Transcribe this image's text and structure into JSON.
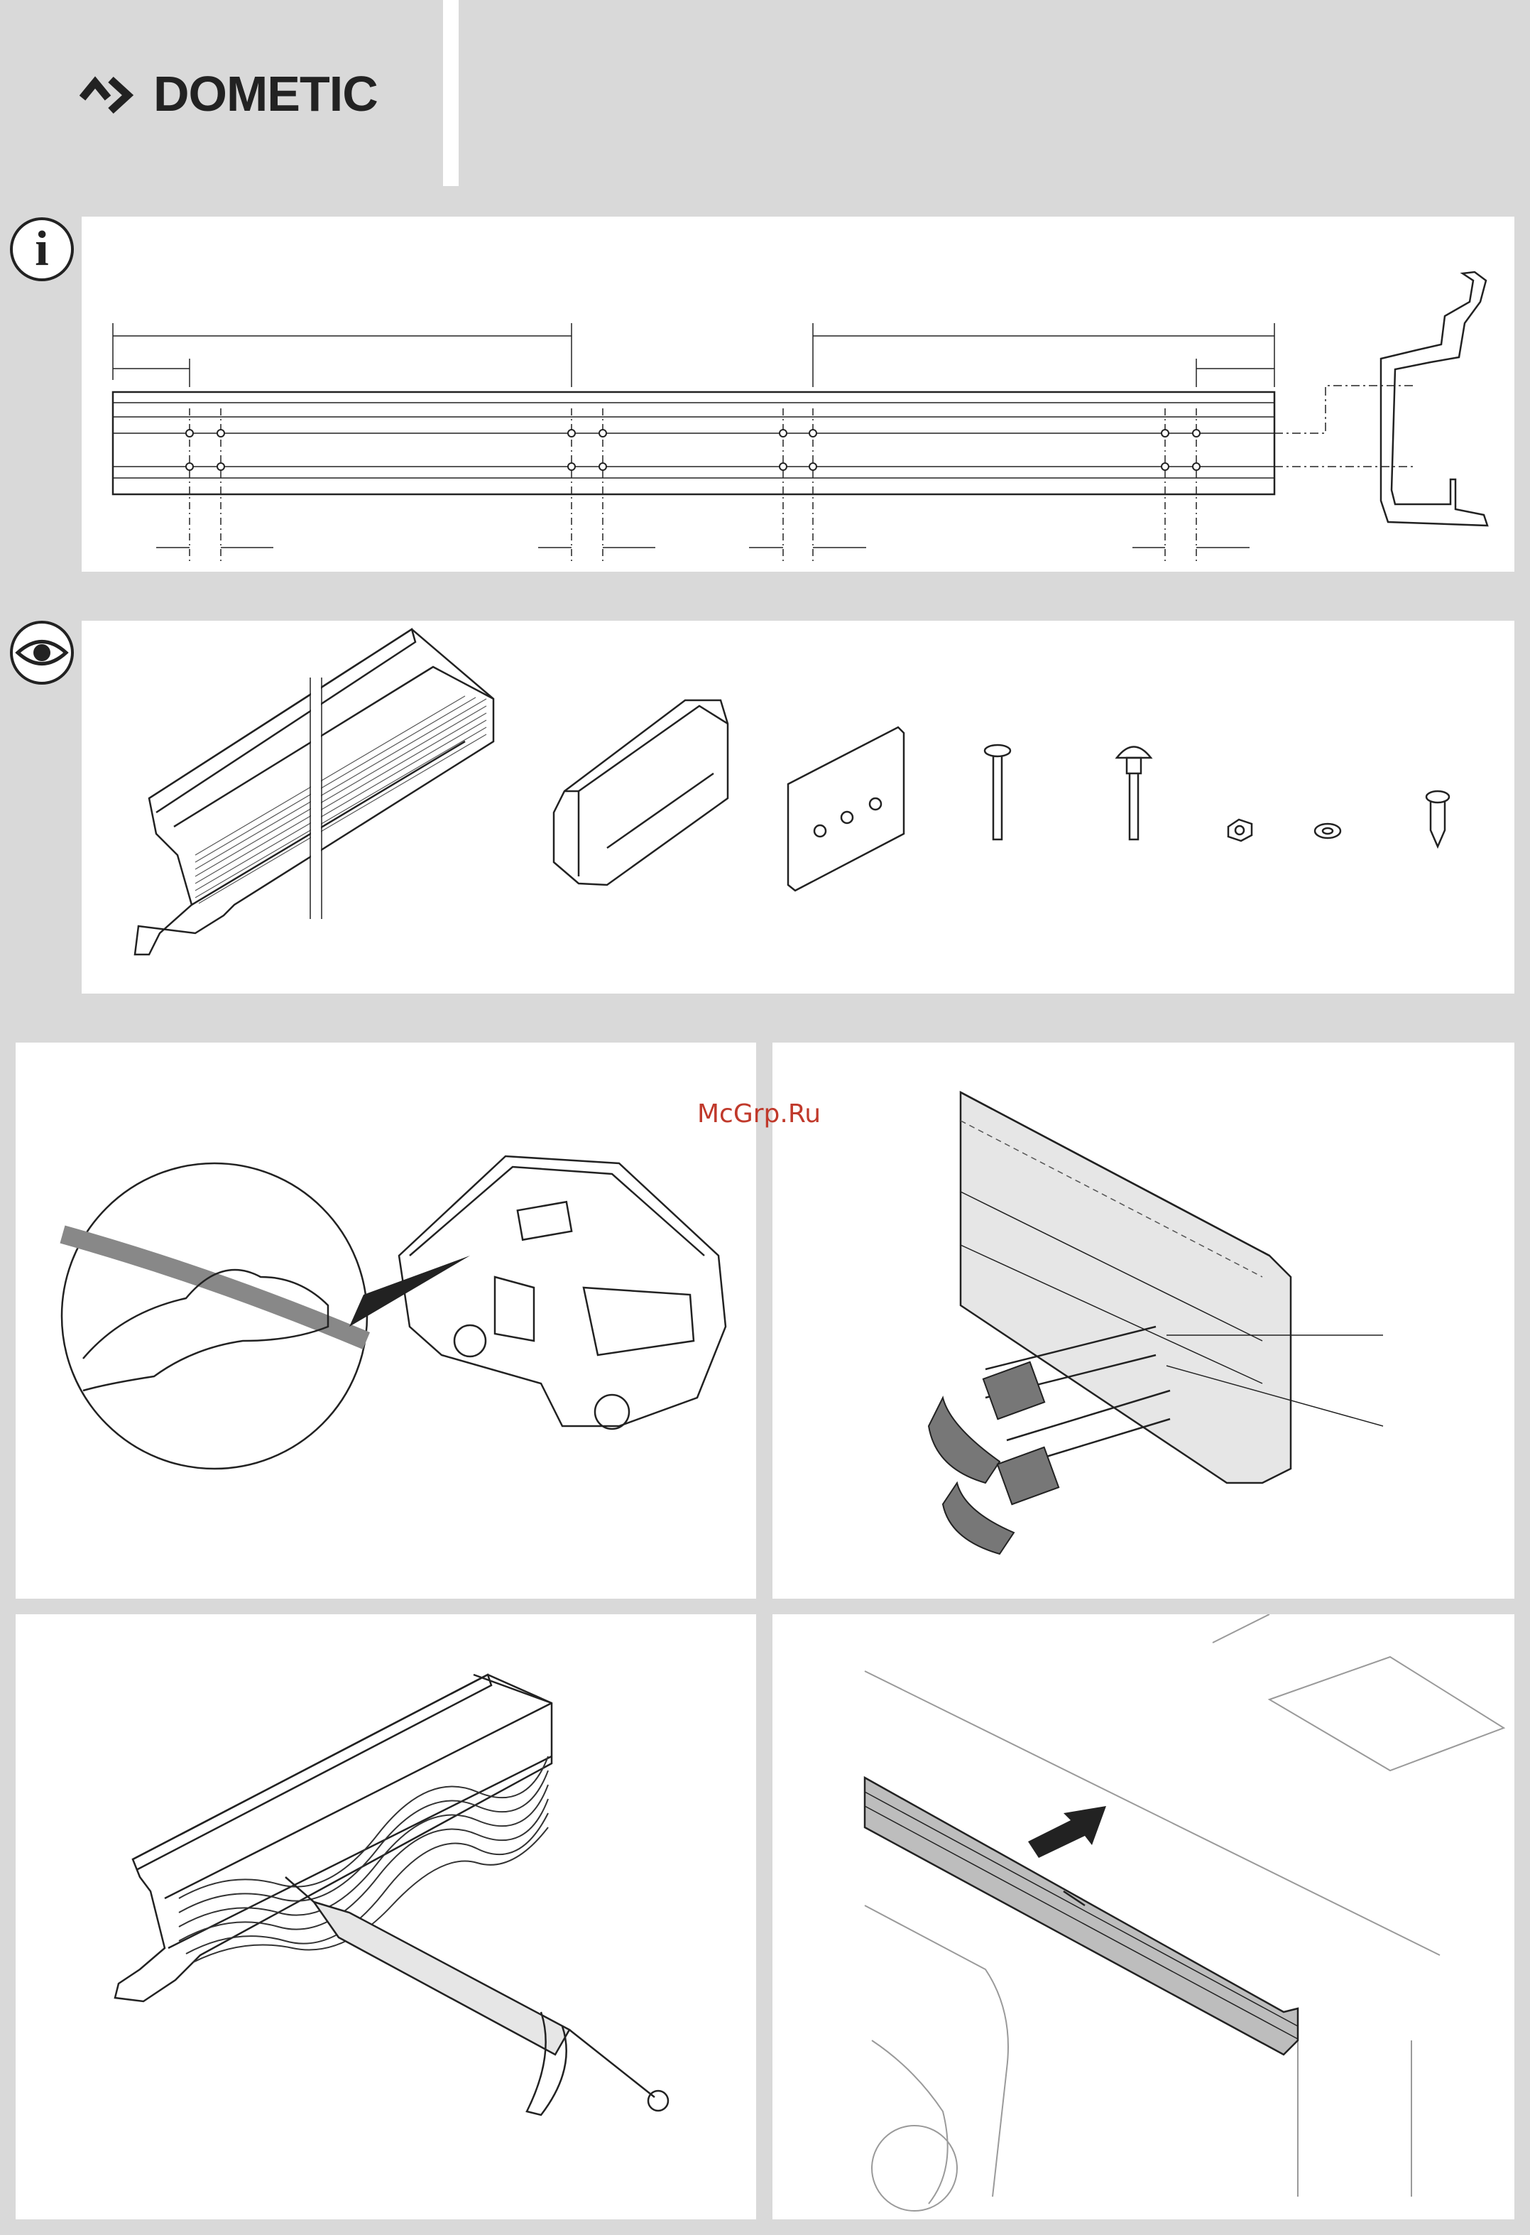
{
  "header": {
    "brand": "DOMETIC"
  },
  "sections": {
    "info_icon": "i",
    "view_icon": "eye-icon"
  },
  "watermark": {
    "text": "McGrp.Ru"
  },
  "colors": {
    "background": "#d9d9d9",
    "panel": "#ffffff",
    "line": "#222222",
    "watermark": "#c0392b"
  }
}
